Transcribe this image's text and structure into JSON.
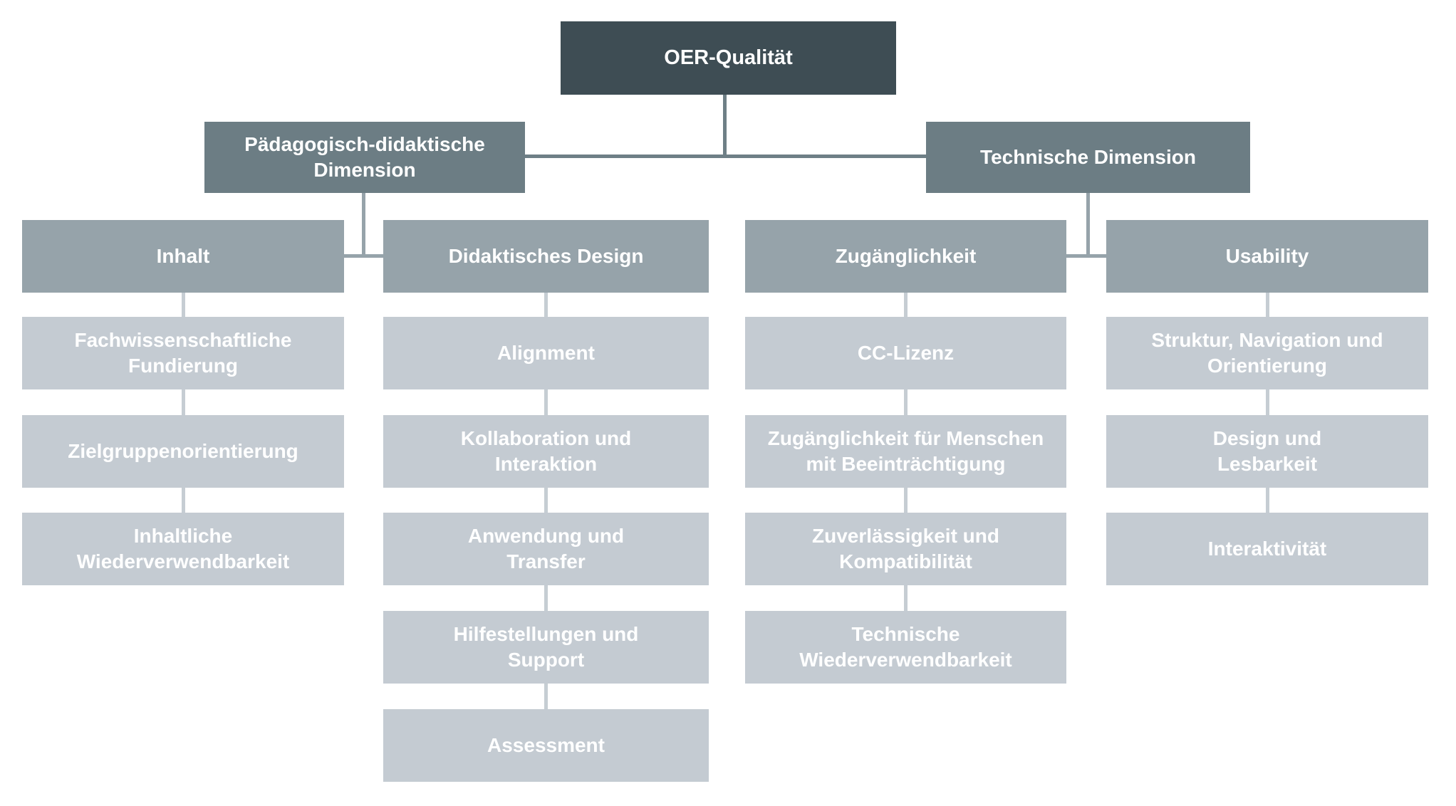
{
  "root": {
    "label": "OER-Qualität"
  },
  "branches": [
    {
      "label": "Pädagogisch-didaktische\nDimension",
      "columns": [
        {
          "header": "Inhalt",
          "items": [
            "Fachwissenschaftliche\nFundierung",
            "Zielgruppenorientierung",
            "Inhaltliche\nWiederverwendbarkeit"
          ]
        },
        {
          "header": "Didaktisches Design",
          "items": [
            "Alignment",
            "Kollaboration und\nInteraktion",
            "Anwendung und\nTransfer",
            "Hilfestellungen und\nSupport",
            "Assessment"
          ]
        }
      ]
    },
    {
      "label": "Technische Dimension",
      "columns": [
        {
          "header": "Zugänglichkeit",
          "items": [
            "CC-Lizenz",
            "Zugänglichkeit für Menschen\nmit Beeinträchtigung",
            "Zuverlässigkeit und\nKompatibilität",
            "Technische\nWiederverwendbarkeit"
          ]
        },
        {
          "header": "Usability",
          "items": [
            "Struktur, Navigation und\nOrientierung",
            "Design und\nLesbarkeit",
            "Interaktivität"
          ]
        }
      ]
    }
  ],
  "colors": {
    "level1_fill": "#3E4D54",
    "level2_fill": "#6C7D84",
    "level3_fill": "#96A3AA",
    "item_fill": "#C4CBD2",
    "connector_level2": "#6E7F86",
    "connector_level3": "#96A3AA",
    "connector_item": "#C6CDD3",
    "text": "#FFFFFF",
    "background": "#FFFFFF"
  }
}
